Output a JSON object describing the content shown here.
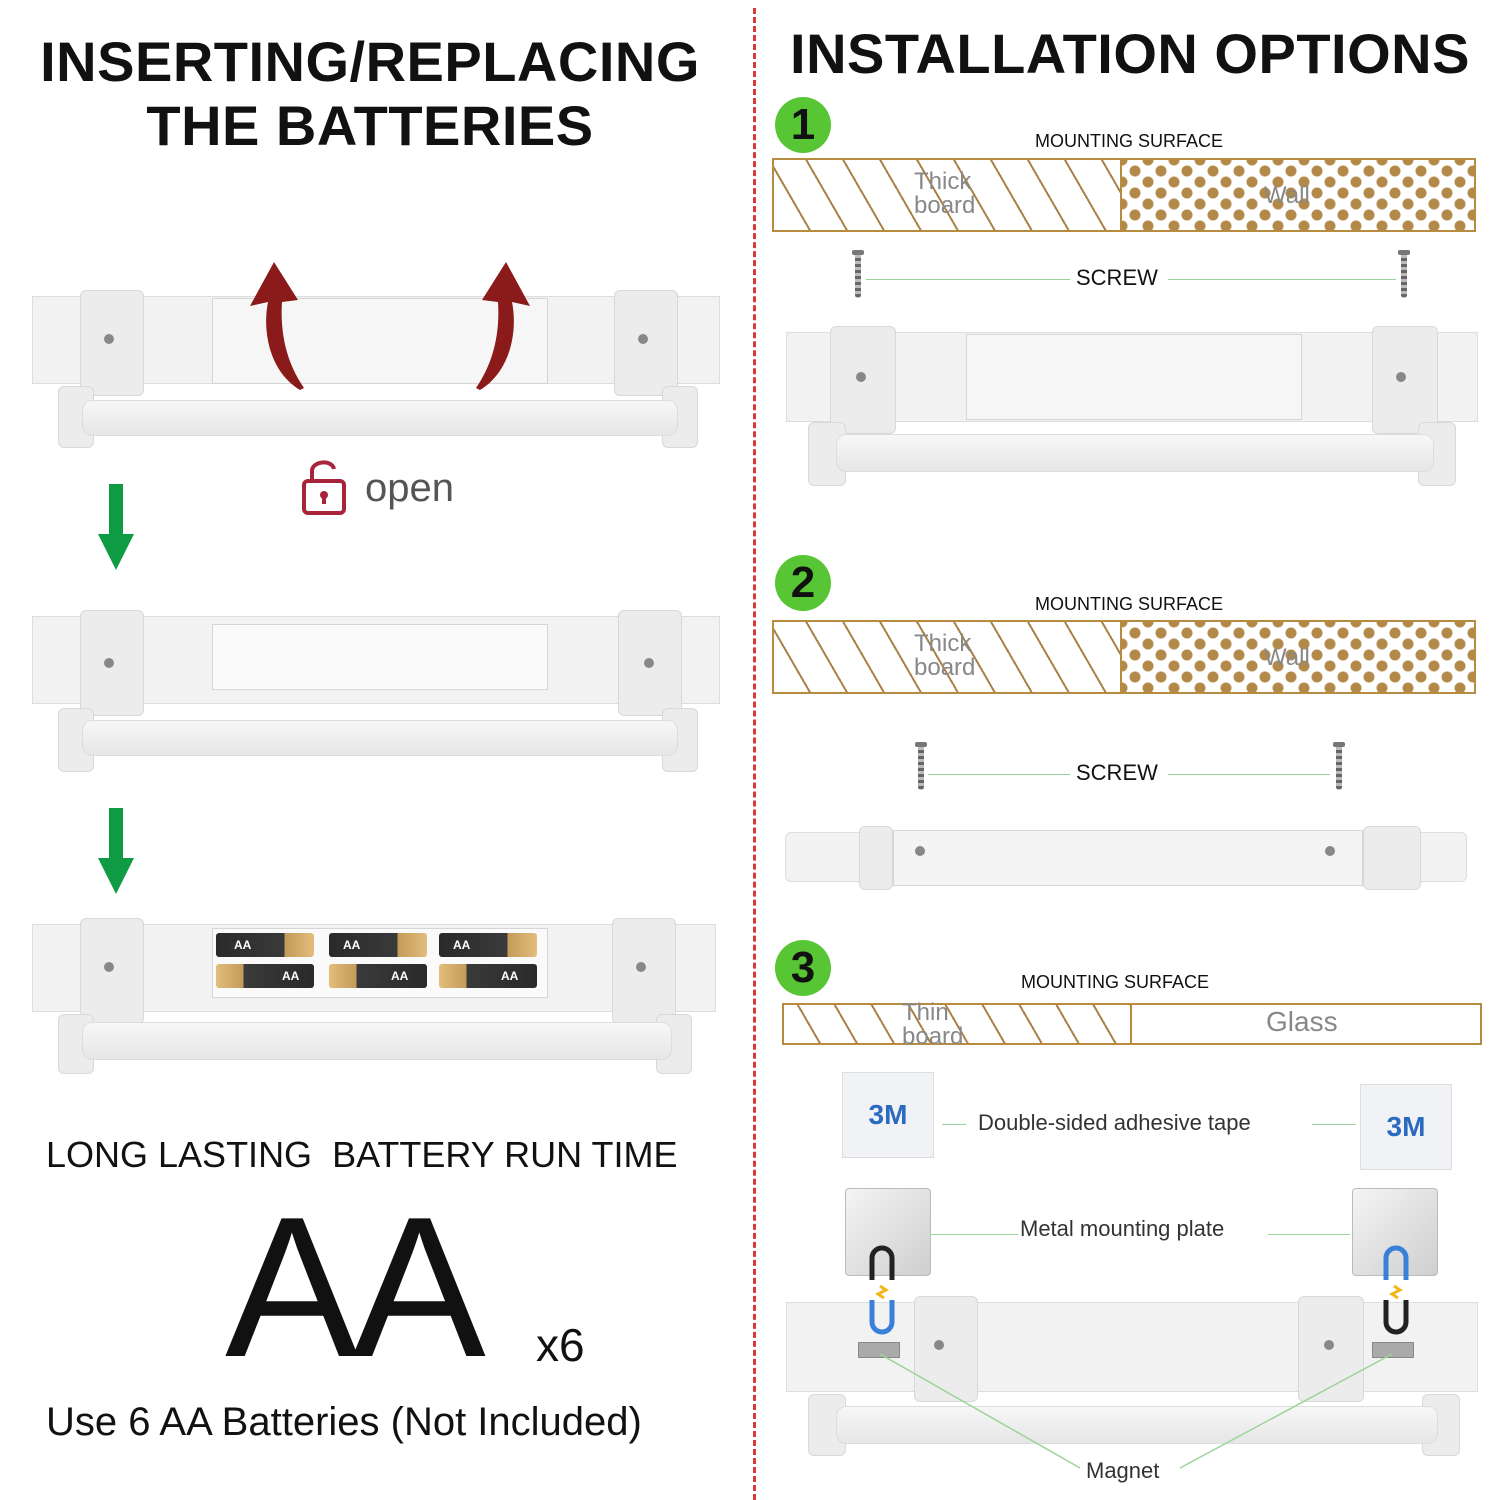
{
  "left": {
    "title_line1": "INSERTING/REPLACING",
    "title_line2": "THE BATTERIES",
    "open_label": "open",
    "battery_label": "AA",
    "runtime_label": "LONG LASTING  BATTERY RUN TIME",
    "big_aa": "AA",
    "count": "x6",
    "note": "Use 6 AA Batteries (Not Included)"
  },
  "right": {
    "title": "INSTALLATION OPTIONS",
    "options": [
      {
        "number": "1",
        "surface_label": "MOUNTING SURFACE",
        "material_left": "Thick board",
        "material_right": "Wall",
        "fastener": "SCREW"
      },
      {
        "number": "2",
        "surface_label": "MOUNTING SURFACE",
        "material_left": "Thick board",
        "material_right": "Wall",
        "fastener": "SCREW"
      },
      {
        "number": "3",
        "surface_label": "MOUNTING SURFACE",
        "material_left": "Thin board",
        "material_right": "Glass",
        "tape_label": "Double-sided adhesive tape",
        "tape_brand": "3M",
        "plate_label": "Metal mounting plate",
        "magnet_label": "Magnet"
      }
    ]
  },
  "colors": {
    "accent_red": "#8b1a1a",
    "arrow_green": "#0f9a44",
    "badge_green": "#58c634",
    "divider_red": "#d83a3a",
    "surface_brown": "#b28949"
  },
  "icons": [
    "curved-arrow-up-icon",
    "padlock-open-icon",
    "arrow-down-icon",
    "screw-icon"
  ]
}
